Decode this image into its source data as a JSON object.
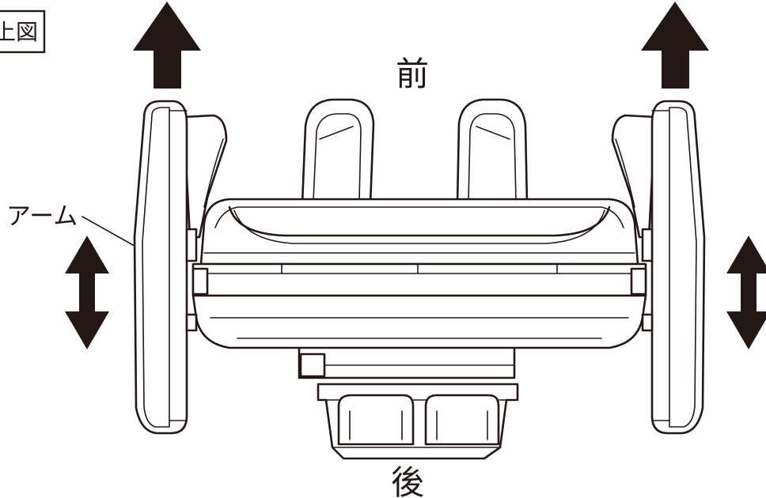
{
  "view_label": "上図",
  "front_label": "前",
  "rear_label": "後",
  "arm_label": "アーム"
}
